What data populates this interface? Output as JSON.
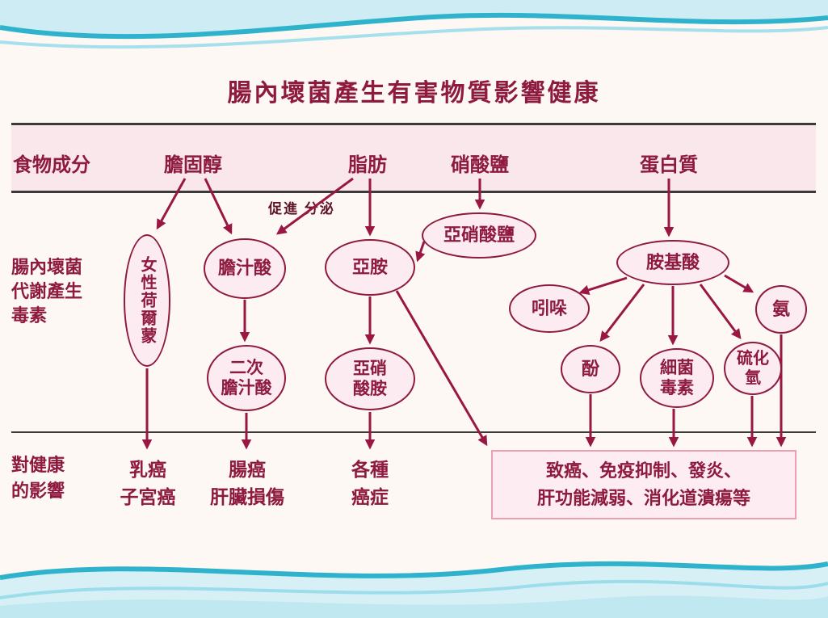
{
  "title": "腸內壞菌產生有害物質影響健康",
  "colors": {
    "accent_maroon": "#8e1a40",
    "separator": "#3a3a3a",
    "wave_teal": "#2fb3cd",
    "node_fill": "#fcecf1",
    "effect_box_border": "#ec9fb4"
  },
  "food_row": {
    "label": "食物成分",
    "items": [
      {
        "name": "cholesterol",
        "label": "膽固醇"
      },
      {
        "name": "fat",
        "label": "脂肪"
      },
      {
        "name": "nitrate",
        "label": "硝酸鹽"
      },
      {
        "name": "protein",
        "label": "蛋白質"
      }
    ]
  },
  "toxin_section": {
    "label_lines": [
      "腸內壞菌",
      "代謝產生",
      "毒素"
    ],
    "promote_label": "促進 分泌",
    "nodes": {
      "female_hormone": {
        "text": "女性荷爾蒙"
      },
      "bile_acid": {
        "text": "膽汁酸"
      },
      "secondary_bile_acid": {
        "lines": [
          "二次",
          "膽汁酸"
        ]
      },
      "imine": {
        "text": "亞胺"
      },
      "nitrite": {
        "text": "亞硝酸鹽"
      },
      "nitrosamine": {
        "lines": [
          "亞硝",
          "酸胺"
        ]
      },
      "amino_acid": {
        "text": "胺基酸"
      },
      "indole": {
        "text": "吲哚"
      },
      "phenol": {
        "text": "酚"
      },
      "bacterial_toxin": {
        "lines": [
          "細菌",
          "毒素"
        ]
      },
      "hydrogen_sulfide": {
        "lines": [
          "硫化",
          "氫"
        ]
      },
      "ammonia": {
        "text": "氨"
      }
    }
  },
  "health_section": {
    "label_lines": [
      "對健康",
      "的影響"
    ],
    "outcomes": [
      {
        "name": "breast-uterine-cancer",
        "lines": [
          "乳癌",
          "子宮癌"
        ]
      },
      {
        "name": "colon-cancer-liver-damage",
        "lines": [
          "腸癌",
          "肝臟損傷"
        ]
      },
      {
        "name": "various-cancers",
        "lines": [
          "各種",
          "癌症"
        ]
      }
    ],
    "effect_box_lines": [
      "致癌、免疫抑制、發炎、",
      "肝功能減弱、消化道潰瘍等"
    ]
  },
  "edges": [
    {
      "from": "cholesterol",
      "to": "female_hormone"
    },
    {
      "from": "cholesterol",
      "to": "bile_acid"
    },
    {
      "from": "fat",
      "to": "bile_acid",
      "label": "促進 分泌"
    },
    {
      "from": "fat",
      "to": "imine"
    },
    {
      "from": "nitrate",
      "to": "nitrite"
    },
    {
      "from": "nitrite",
      "to": "imine"
    },
    {
      "from": "protein",
      "to": "amino_acid"
    },
    {
      "from": "bile_acid",
      "to": "secondary_bile_acid"
    },
    {
      "from": "imine",
      "to": "nitrosamine"
    },
    {
      "from": "female_hormone",
      "to": "breast-uterine-cancer"
    },
    {
      "from": "secondary_bile_acid",
      "to": "colon-cancer-liver-damage"
    },
    {
      "from": "nitrosamine",
      "to": "various-cancers"
    },
    {
      "from": "imine",
      "to": "effect-box"
    },
    {
      "from": "amino_acid",
      "to": "indole"
    },
    {
      "from": "amino_acid",
      "to": "phenol"
    },
    {
      "from": "amino_acid",
      "to": "bacterial_toxin"
    },
    {
      "from": "amino_acid",
      "to": "hydrogen_sulfide"
    },
    {
      "from": "amino_acid",
      "to": "ammonia"
    },
    {
      "from": "phenol",
      "to": "effect-box"
    },
    {
      "from": "bacterial_toxin",
      "to": "effect-box"
    },
    {
      "from": "hydrogen_sulfide",
      "to": "effect-box"
    },
    {
      "from": "ammonia",
      "to": "effect-box"
    }
  ]
}
